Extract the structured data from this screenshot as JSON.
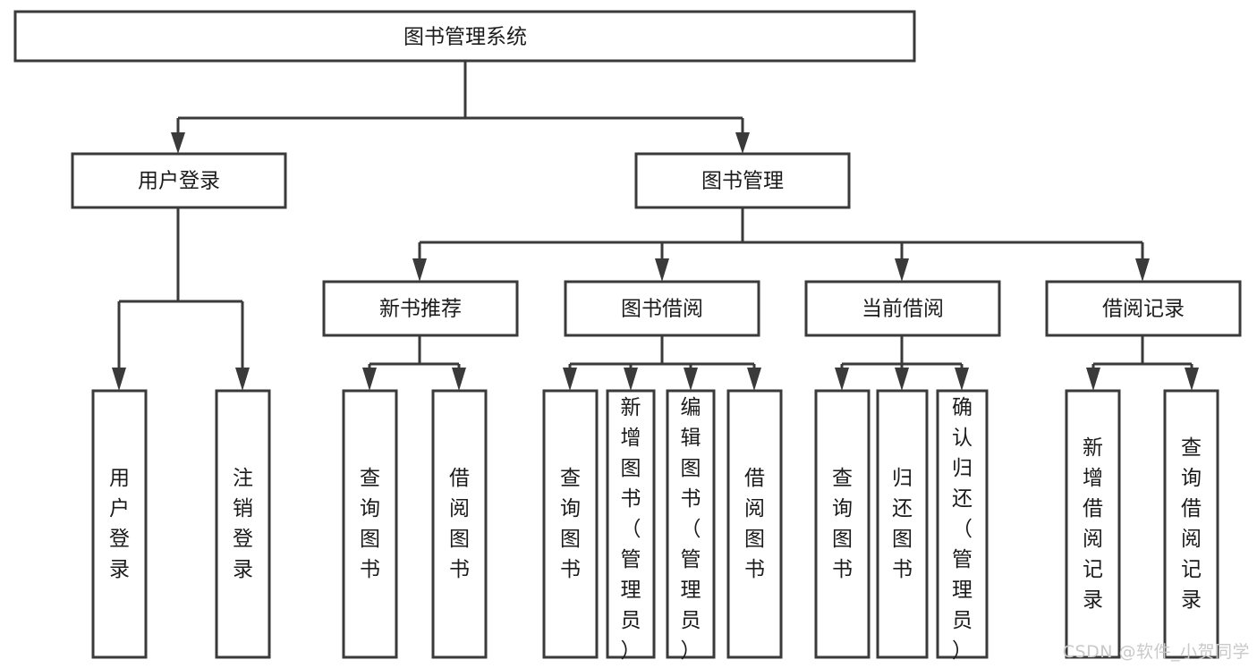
{
  "diagram": {
    "type": "tree",
    "title": "图书管理系统",
    "root": {
      "id": "root",
      "label": "图书管理系统",
      "level": 0
    },
    "level2": [
      {
        "id": "user-login",
        "label": "用户登录"
      },
      {
        "id": "book-manage",
        "label": "图书管理"
      }
    ],
    "level3": [
      {
        "id": "new-book-rec",
        "label": "新书推荐",
        "parent": "book-manage"
      },
      {
        "id": "book-borrow",
        "label": "图书借阅",
        "parent": "book-manage"
      },
      {
        "id": "current-borrow",
        "label": "当前借阅",
        "parent": "book-manage"
      },
      {
        "id": "borrow-record",
        "label": "借阅记录",
        "parent": "book-manage"
      }
    ],
    "leaves": [
      {
        "id": "leaf-user-login",
        "label": "用户登录",
        "parent": "user-login"
      },
      {
        "id": "leaf-logout",
        "label": "注销登录",
        "parent": "user-login"
      },
      {
        "id": "leaf-query-book-1",
        "label": "查询图书",
        "parent": "new-book-rec"
      },
      {
        "id": "leaf-borrow-book-1",
        "label": "借阅图书",
        "parent": "new-book-rec"
      },
      {
        "id": "leaf-query-book-2",
        "label": "查询图书",
        "parent": "book-borrow"
      },
      {
        "id": "leaf-add-book",
        "label": "新增图书（管理员）",
        "parent": "book-borrow"
      },
      {
        "id": "leaf-edit-book",
        "label": "编辑图书（管理员）",
        "parent": "book-borrow"
      },
      {
        "id": "leaf-borrow-book-2",
        "label": "借阅图书",
        "parent": "book-borrow"
      },
      {
        "id": "leaf-query-book-3",
        "label": "查询图书",
        "parent": "current-borrow"
      },
      {
        "id": "leaf-return-book",
        "label": "归还图书",
        "parent": "current-borrow"
      },
      {
        "id": "leaf-confirm-return",
        "label": "确认归还（管理员）",
        "parent": "current-borrow"
      },
      {
        "id": "leaf-add-record",
        "label": "新增借阅记录",
        "parent": "borrow-record"
      },
      {
        "id": "leaf-query-record",
        "label": "查询借阅记录",
        "parent": "borrow-record"
      }
    ]
  },
  "watermark": {
    "text": "CSDN @软件_小贺同学"
  },
  "colors": {
    "stroke": "#3a3a3a",
    "box_fill": "#ffffff",
    "text": "#1b1b1b",
    "background": "#ffffff",
    "watermark": "#c9c9c9"
  }
}
